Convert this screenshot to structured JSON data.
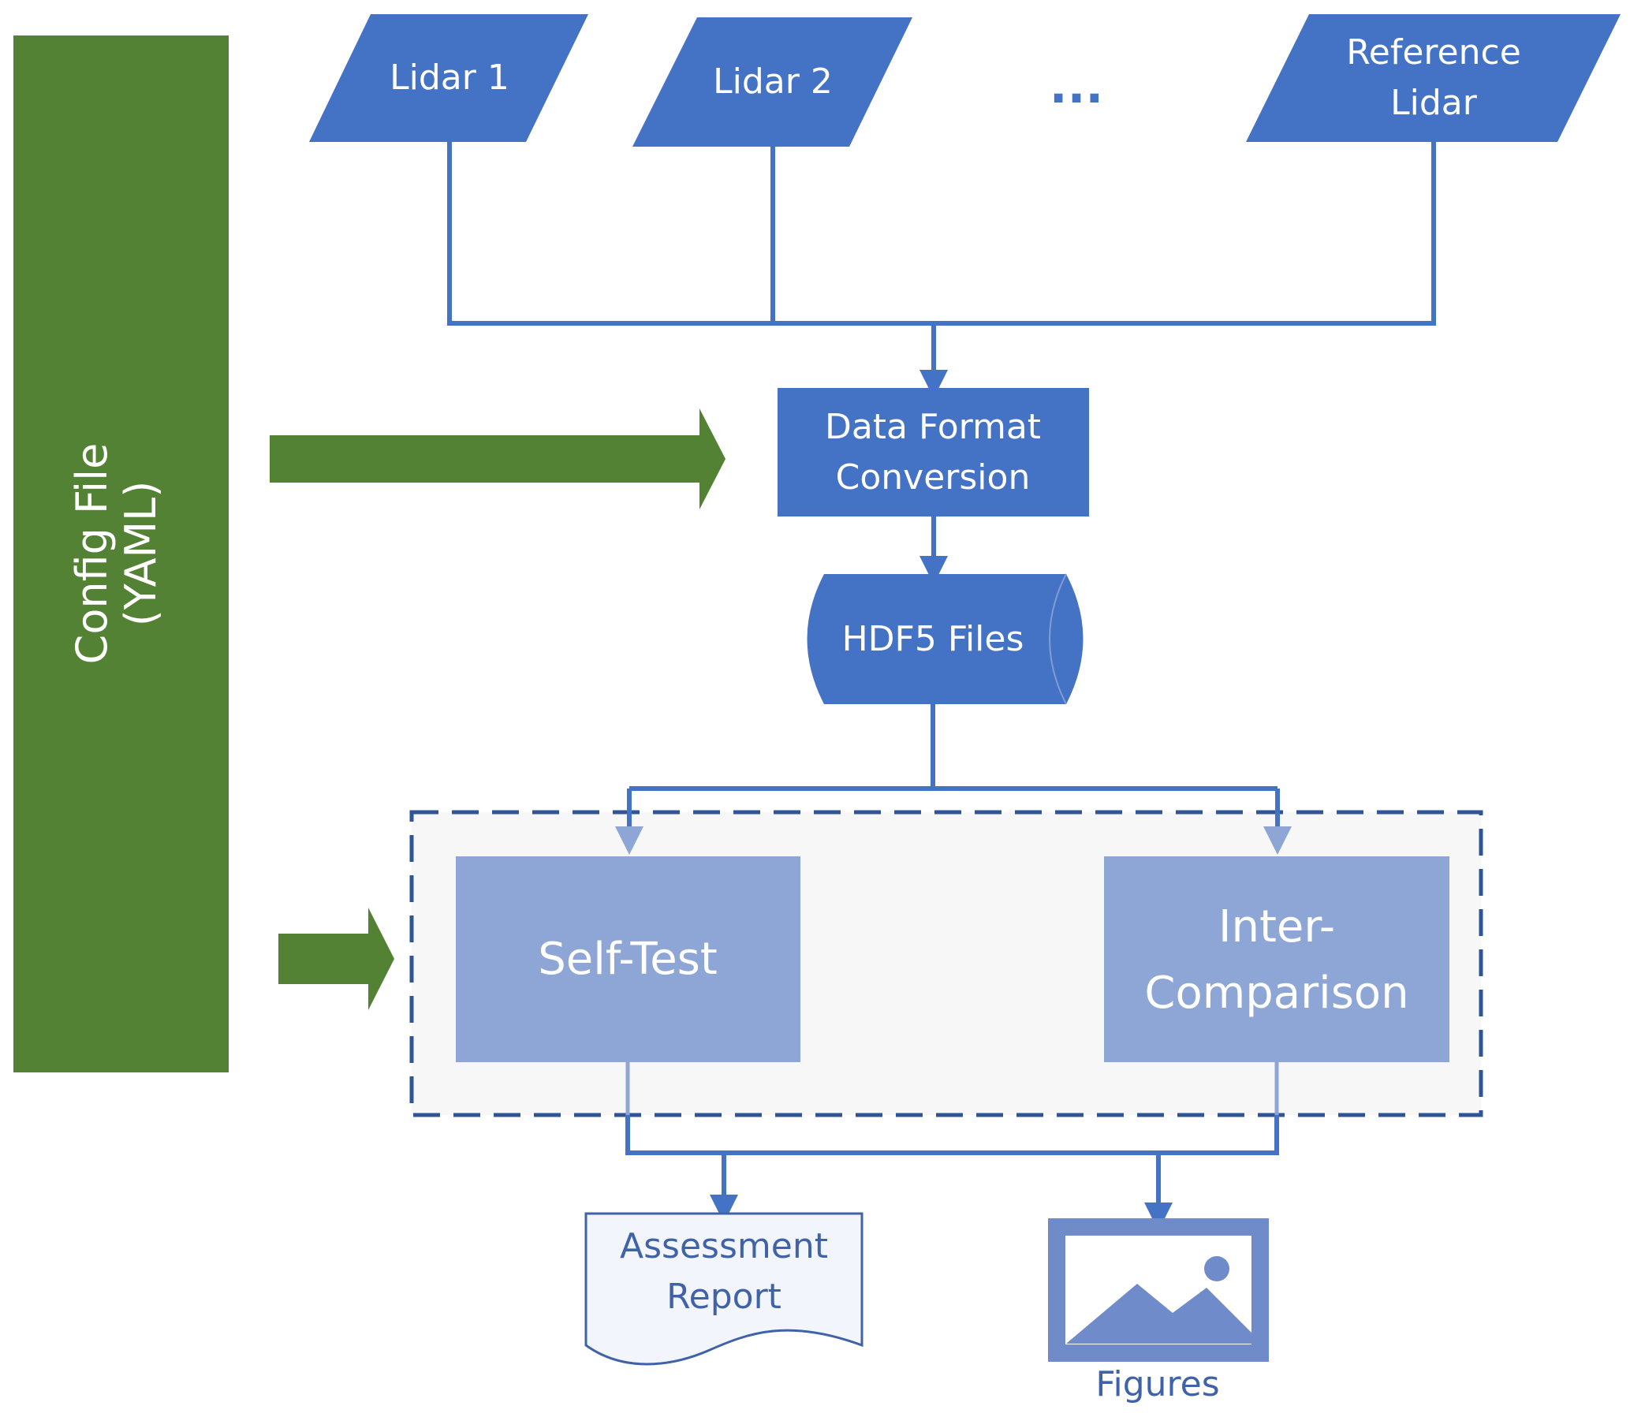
{
  "config": {
    "line1": "Config File",
    "line2": "(YAML)"
  },
  "inputs": [
    {
      "lines": [
        "Lidar 1"
      ]
    },
    {
      "lines": [
        "Lidar 2"
      ]
    },
    {
      "lines": [
        "Reference",
        "Lidar"
      ]
    }
  ],
  "ellipsis": "...",
  "conversion": {
    "lines": [
      "Data Format",
      "Conversion"
    ]
  },
  "storage": {
    "label": "HDF5 Files"
  },
  "processes": {
    "self_test": {
      "lines": [
        "Self-Test"
      ]
    },
    "inter_comparison": {
      "lines": [
        "Inter-",
        "Comparison"
      ]
    }
  },
  "outputs": {
    "report": {
      "lines": [
        "Assessment",
        "Report"
      ]
    },
    "figures": {
      "label": "Figures"
    }
  },
  "colors": {
    "primary_blue": "#4472C4",
    "light_blue": "#8EA6D6",
    "dash_blue": "#2F5597",
    "green": "#548235",
    "panel_bg": "#F7F7F7",
    "figure_icon": "#6F8BC9",
    "text_white": "#FFFFFF",
    "text_blue": "#3F62A8"
  }
}
